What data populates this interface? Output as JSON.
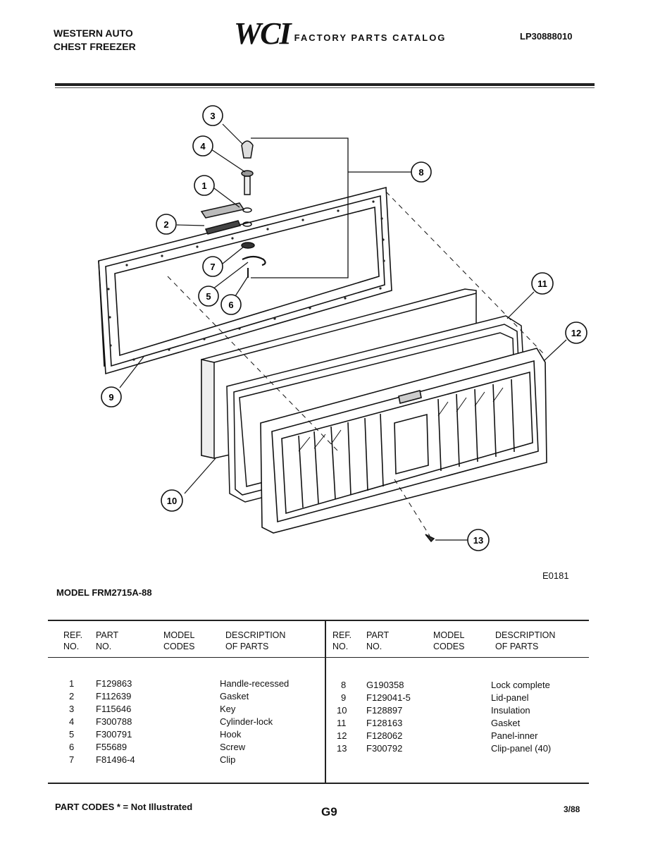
{
  "header": {
    "left_line1": "WESTERN AUTO",
    "left_line2": "CHEST FREEZER",
    "brand_logo": "WCI",
    "brand_subtitle": "FACTORY PARTS CATALOG",
    "catalog_number": "LP30888010"
  },
  "diagram": {
    "code": "E0181",
    "callouts": [
      "1",
      "2",
      "3",
      "4",
      "5",
      "6",
      "7",
      "8",
      "9",
      "10",
      "11",
      "12",
      "13"
    ]
  },
  "model": "MODEL FRM2715A-88",
  "table": {
    "headers": {
      "ref_line1": "REF.",
      "ref_line2": "NO.",
      "part_line1": "PART",
      "part_line2": "NO.",
      "model_line1": "MODEL",
      "model_line2": "CODES",
      "desc_line1": "DESCRIPTION",
      "desc_line2": "OF PARTS"
    },
    "left": [
      {
        "ref": "1",
        "part": "F129863",
        "code": "",
        "desc": "Handle-recessed"
      },
      {
        "ref": "2",
        "part": "F112639",
        "code": "",
        "desc": "Gasket"
      },
      {
        "ref": "3",
        "part": "F115646",
        "code": "",
        "desc": "Key"
      },
      {
        "ref": "4",
        "part": "F300788",
        "code": "",
        "desc": "Cylinder-lock"
      },
      {
        "ref": "5",
        "part": "F300791",
        "code": "",
        "desc": "Hook"
      },
      {
        "ref": "6",
        "part": "F55689",
        "code": "",
        "desc": "Screw"
      },
      {
        "ref": "7",
        "part": "F81496-4",
        "code": "",
        "desc": "Clip"
      }
    ],
    "right": [
      {
        "ref": "8",
        "part": "G190358",
        "code": "",
        "desc": "Lock complete"
      },
      {
        "ref": "9",
        "part": "F129041-5",
        "code": "",
        "desc": "Lid-panel"
      },
      {
        "ref": "10",
        "part": "F128897",
        "code": "",
        "desc": "Insulation"
      },
      {
        "ref": "11",
        "part": "F128163",
        "code": "",
        "desc": "Gasket"
      },
      {
        "ref": "12",
        "part": "F128062",
        "code": "",
        "desc": "Panel-inner"
      },
      {
        "ref": "13",
        "part": "F300792",
        "code": "",
        "desc": "Clip-panel (40)"
      }
    ]
  },
  "footer": {
    "part_codes": "PART CODES  * = Not Illustrated",
    "page": "G9",
    "date": "3/88"
  }
}
